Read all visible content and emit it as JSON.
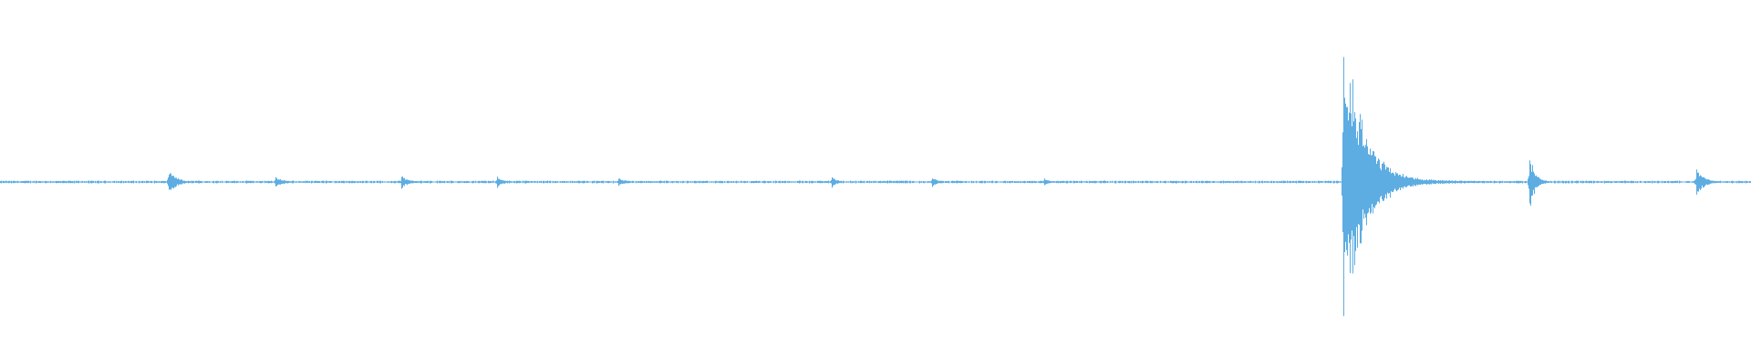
{
  "chart_data": {
    "type": "area",
    "title": "",
    "xlabel": "",
    "ylabel": "",
    "ylim": [
      -1,
      1
    ],
    "duration_bins": 1920,
    "grid": false,
    "legend": "none",
    "noise_floor": 0.006,
    "color": "#5dade2",
    "bursts": [
      {
        "t": 185,
        "peak": 0.08,
        "decay": 8
      },
      {
        "t": 302,
        "peak": 0.035,
        "decay": 8
      },
      {
        "t": 440,
        "peak": 0.04,
        "decay": 8
      },
      {
        "t": 545,
        "peak": 0.035,
        "decay": 6
      },
      {
        "t": 678,
        "peak": 0.025,
        "decay": 8
      },
      {
        "t": 912,
        "peak": 0.04,
        "decay": 5
      },
      {
        "t": 1022,
        "peak": 0.03,
        "decay": 7
      },
      {
        "t": 1145,
        "peak": 0.03,
        "decay": 4
      },
      {
        "t": 1473,
        "peak": 0.92,
        "decay": 22
      },
      {
        "t": 1677,
        "peak": 0.17,
        "decay": 6
      },
      {
        "t": 1860,
        "peak": 0.09,
        "decay": 8
      }
    ]
  }
}
